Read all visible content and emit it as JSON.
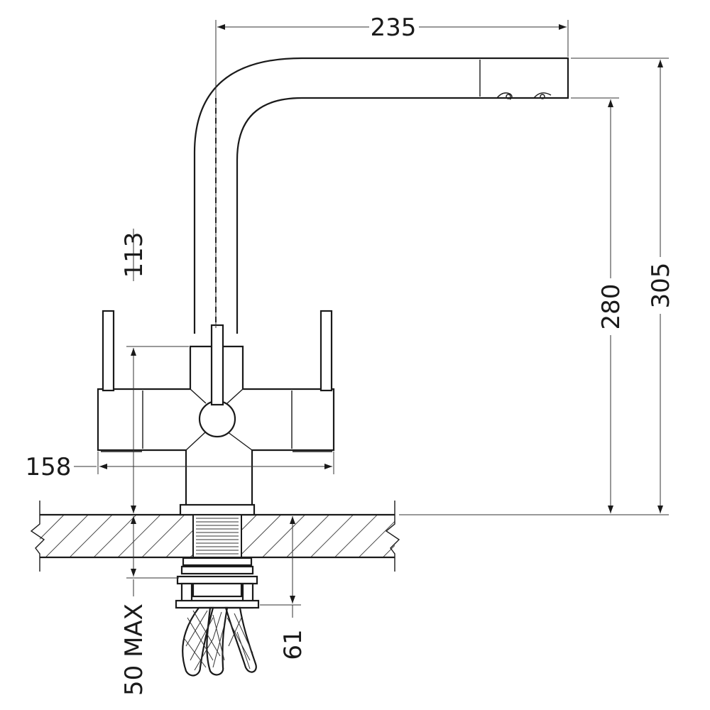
{
  "diagram": {
    "dimensions": {
      "reach": "235",
      "handle_height": "113",
      "spout_clearance": "280",
      "overall_height": "305",
      "handle_span": "158",
      "max_worktop": "50 MAX",
      "tail_length": "61"
    }
  }
}
